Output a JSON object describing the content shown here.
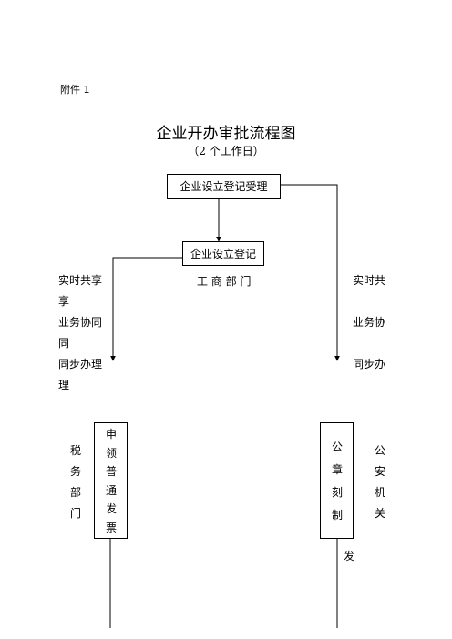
{
  "attachment": "附件 1",
  "title": "企业开办审批流程图",
  "subtitle": "（2 个工作日）",
  "nodes": {
    "accept": "企业设立登记受理",
    "register": "企业设立登记",
    "invoice": "申领普通发票",
    "seal": "公章刻制"
  },
  "departments": {
    "commerce": "工 商 部 门",
    "tax": "税务部门",
    "police": "公安机关"
  },
  "left_notes": [
    "实时共享",
    "享",
    "业务协同",
    "同",
    "同步办理",
    "理"
  ],
  "right_notes": [
    "实时共",
    "业务协",
    "同步办"
  ],
  "stray_char": "发"
}
